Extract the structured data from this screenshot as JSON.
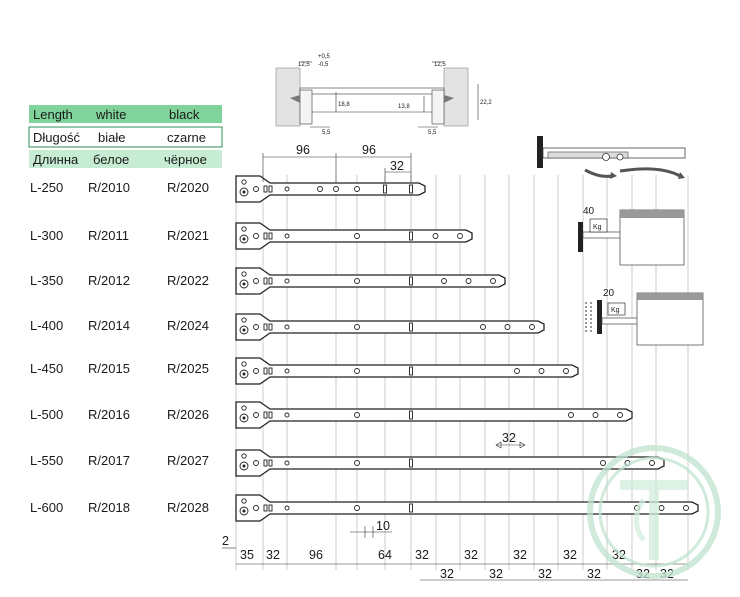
{
  "header": {
    "rows": [
      {
        "cells": [
          "Length",
          "white",
          "black"
        ],
        "bg": "#7fd39b"
      },
      {
        "cells": [
          "Długość",
          "białe",
          "czarne"
        ],
        "bg": "#ffffff"
      },
      {
        "cells": [
          "Длинна",
          "белое",
          "чёрное"
        ],
        "bg": "#c6ecd3"
      }
    ]
  },
  "models": [
    {
      "length": "L-250",
      "white": "R/2010",
      "black": "R/2020"
    },
    {
      "length": "L-300",
      "white": "R/2011",
      "black": "R/2021"
    },
    {
      "length": "L-350",
      "white": "R/2012",
      "black": "R/2022"
    },
    {
      "length": "L-400",
      "white": "R/2014",
      "black": "R/2024"
    },
    {
      "length": "L-450",
      "white": "R/2015",
      "black": "R/2025"
    },
    {
      "length": "L-500",
      "white": "R/2016",
      "black": "R/2026"
    },
    {
      "length": "L-550",
      "white": "R/2017",
      "black": "R/2027"
    },
    {
      "length": "L-600",
      "white": "R/2018",
      "black": "R/2028"
    }
  ],
  "top_dimensions": {
    "first": "96",
    "second": "96",
    "third": "32",
    "mid": "32",
    "gap": "10"
  },
  "bottom_dimensions": {
    "offset": "2",
    "upper": [
      "35",
      "32",
      "96",
      "64",
      "32",
      "32",
      "32",
      "32",
      "32"
    ],
    "lower": [
      "32",
      "32",
      "32",
      "32",
      "32",
      "32"
    ]
  },
  "cross_section": {
    "labels": [
      "12,5",
      "+0,5",
      "-0,5",
      "12,5",
      "22,2",
      "18,8",
      "13,8",
      "5,5",
      "5,5"
    ]
  },
  "load": {
    "high": "40",
    "low": "20",
    "unit": "Kg"
  },
  "colors": {
    "header_green": "#7fd39b",
    "header_light": "#c6ecd3",
    "watermark": "#bfe3cf"
  }
}
